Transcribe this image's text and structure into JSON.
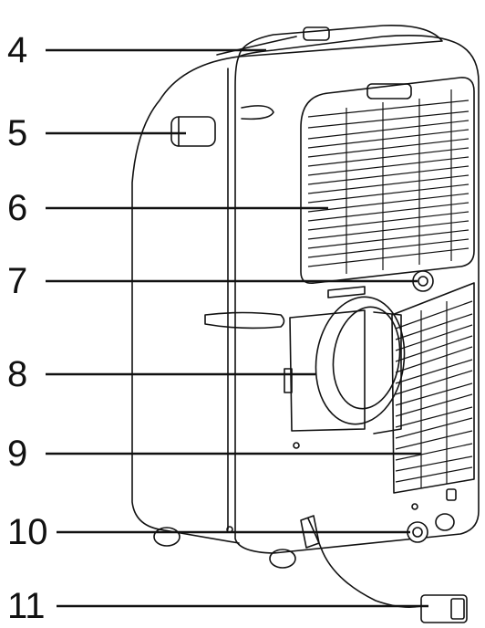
{
  "callouts": [
    {
      "number": "4"
    },
    {
      "number": "5"
    },
    {
      "number": "6"
    },
    {
      "number": "7"
    },
    {
      "number": "8"
    },
    {
      "number": "9"
    },
    {
      "number": "10"
    },
    {
      "number": "11"
    }
  ],
  "colors": {
    "ink": "#111111",
    "body_fill": "#ffffff",
    "grille_fill": "#f4f4f4"
  },
  "icons": [
    "portable-air-conditioner-illustration"
  ]
}
